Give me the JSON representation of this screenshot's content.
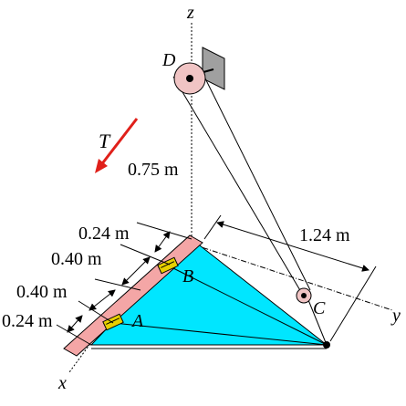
{
  "axes": {
    "x": "x",
    "y": "y",
    "z": "z"
  },
  "points": {
    "A": "A",
    "B": "B",
    "C": "C",
    "D": "D"
  },
  "force": {
    "label": "T",
    "color": "#e0201a"
  },
  "dimensions": {
    "height": "0.75 m",
    "span_c": "1.24 m",
    "seg_1": "0.24 m",
    "seg_2": "0.40 m",
    "seg_3": "0.40 m",
    "seg_4": "0.24 m"
  },
  "colors": {
    "plate": "#00e6ff",
    "bar": "#f4a6a6",
    "pulley": "#f0c4c4",
    "bracket": "#a0a0a0",
    "hinge": "#e8d000"
  }
}
